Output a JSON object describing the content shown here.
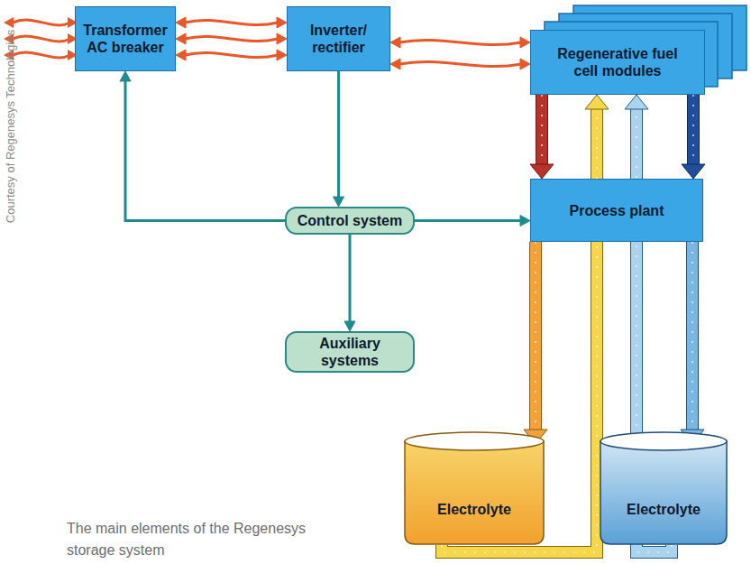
{
  "diagram": {
    "caption": "The main elements of the Regenesys storage system",
    "nodes": [
      {
        "text": [
          "Transformer AC breaker"
        ]
      },
      {
        "text": [
          "Inverter/ rectifier"
        ]
      },
      {
        "text": [
          "Regenerative fuel cell modules"
        ]
      },
      {
        "text": [
          "Control system"
        ]
      },
      {
        "text": [
          "Process plant"
        ]
      },
      {
        "text": [
          "Auxiliary systems"
        ]
      },
      {
        "text": [
          "Electrolyte"
        ]
      },
      {
        "text": [
          "Electrolyte"
        ]
      }
    ],
    "edges": [
      {
        "from": 0,
        "to": 1,
        "arrow": "both"
      },
      {
        "from": 0,
        "to": 1,
        "arrow": "both"
      },
      {
        "from": 0,
        "to": 1,
        "arrow": "both"
      },
      {
        "from": 1,
        "to": 2,
        "arrow": "both"
      },
      {
        "from": 1,
        "to": 2,
        "arrow": "both"
      },
      {
        "from": 1,
        "to": 3,
        "arrow": "to"
      },
      {
        "from": 3,
        "to": 0,
        "arrow": "to"
      },
      {
        "from": 3,
        "to": 4,
        "arrow": "to"
      },
      {
        "from": 3,
        "to": 5,
        "arrow": "to"
      },
      {
        "from": 2,
        "to": 4,
        "arrow": "to"
      },
      {
        "from": 2,
        "to": 4,
        "arrow": "to"
      },
      {
        "from": 6,
        "to": 2,
        "arrow": "to"
      },
      {
        "from": 7,
        "to": 2,
        "arrow": "to"
      },
      {
        "from": 4,
        "to": 6,
        "arrow": "to"
      },
      {
        "from": 4,
        "to": 7,
        "arrow": "to"
      }
    ],
    "labels": [
      "Courtesy of Regenesys Technologies"
    ]
  }
}
